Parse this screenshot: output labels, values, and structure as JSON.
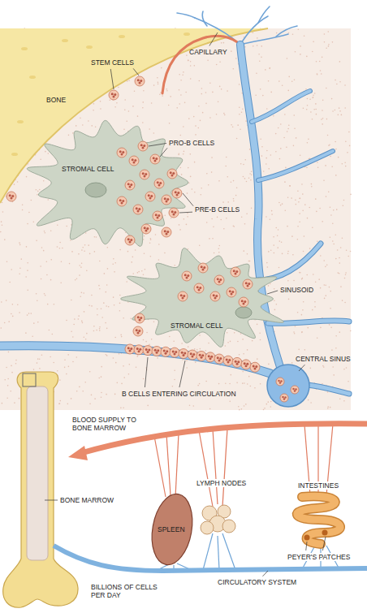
{
  "diagram": {
    "labels": [
      "CAPILLARY",
      "STEM CELLS",
      "BONE",
      "PRO-B CELLS",
      "STROMAL CELL",
      "PRE-B CELLS",
      "SINUSOID",
      "STROMAL CELL",
      "CENTRAL SINUS",
      "B CELLS ENTERING CIRCULATION",
      "BLOOD SUPPLY TO BONE MARROW",
      "BONE MARROW",
      "LYMPH NODES",
      "INTESTINES",
      "SPLEEN",
      "PEYER'S PATCHES",
      "CIRCULATORY SYSTEM",
      "BILLIONS OF CELLS PER DAY"
    ]
  }
}
